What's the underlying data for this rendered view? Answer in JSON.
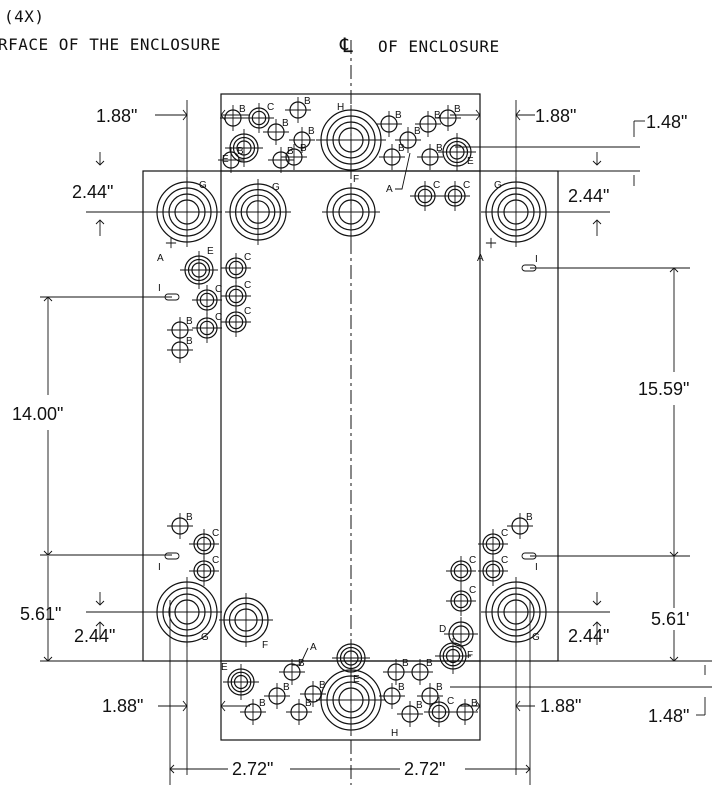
{
  "header": {
    "count_note": "(4X)",
    "surface_note": "RFACE OF THE ENCLOSURE",
    "centerline_symbol": "℄",
    "centerline_note": "OF ENCLOSURE"
  },
  "dimensions": {
    "top_left_offset": "1.88\"",
    "top_right_offset": "1.88\"",
    "top_right_depth": "1.48\"",
    "left_top_hole": "2.44\"",
    "right_top_hole": "2.44\"",
    "left_vertical_span": "14.00\"",
    "right_vertical_span": "15.59\"",
    "left_bottom_slot": "5.61\"",
    "left_bottom_hole": "2.44\"",
    "right_bottom_hole": "2.44\"",
    "right_bottom_slot": "5.61'",
    "bottom_left_offset": "1.88\"",
    "bottom_right_offset": "1.88\"",
    "bottom_right_depth": "1.48\"",
    "bottom_left_width": "2.72\"",
    "bottom_right_width": "2.72\""
  },
  "hole_letters": {
    "A": "A",
    "B": "B",
    "C": "C",
    "D": "D",
    "E": "E",
    "F": "F",
    "G": "G",
    "H": "H",
    "I": "I"
  }
}
